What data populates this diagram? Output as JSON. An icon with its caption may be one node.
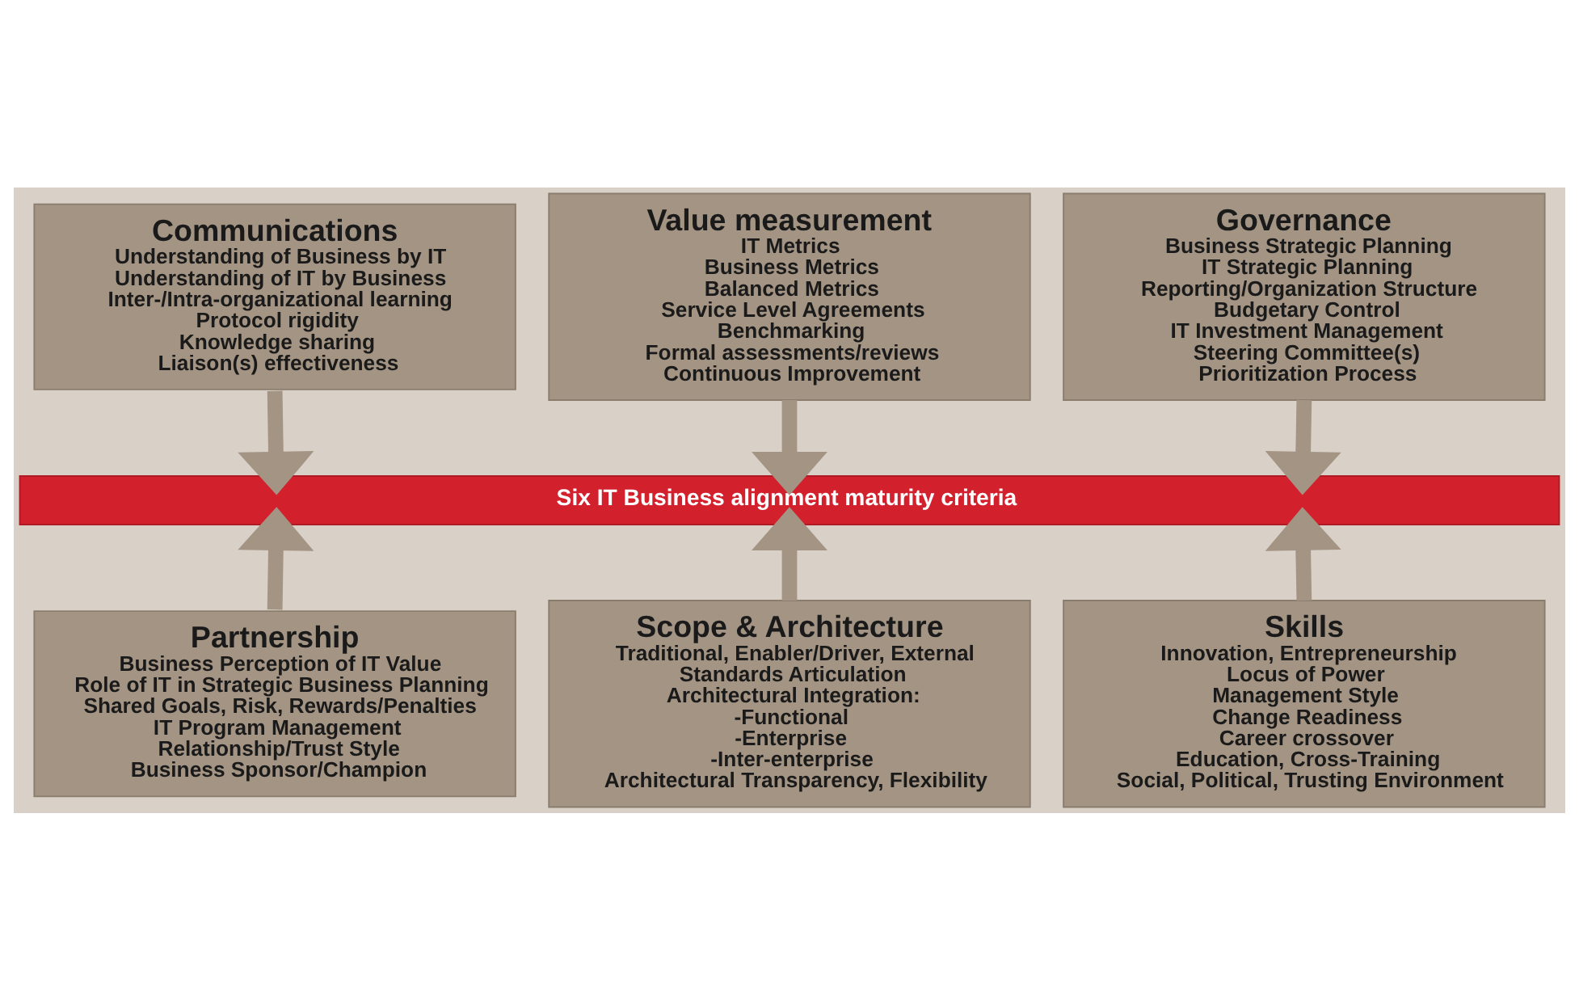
{
  "diagram": {
    "nodes": [
      {
        "text": [
          "Communications",
          "Understanding of Business by IT",
          "Understanding of IT by Business",
          "Inter-/Intra-organizational learning",
          "Protocol rigidity",
          "Knowledge sharing",
          "Liaison(s) effectiveness"
        ]
      },
      {
        "text": [
          "Value measurement",
          "IT Metrics",
          "Business Metrics",
          "Balanced Metrics",
          "Service Level Agreements",
          "Benchmarking",
          "Formal assessments/reviews",
          "Continuous Improvement"
        ]
      },
      {
        "text": [
          "Governance",
          "Business Strategic Planning",
          "IT Strategic Planning",
          "Reporting/Organization Structure",
          "Budgetary Control",
          "IT Investment Management",
          "Steering Committee(s)",
          "Prioritization Process"
        ]
      },
      {
        "text": [
          "Six IT Business alignment maturity criteria"
        ]
      },
      {
        "text": [
          "Partnership",
          "Business Perception of IT Value",
          "Role of IT in Strategic Business Planning",
          "Shared Goals, Risk, Rewards/Penalties",
          "IT Program Management",
          "Relationship/Trust Style",
          "Business Sponsor/Champion"
        ]
      },
      {
        "text": [
          "Scope & Architecture",
          "Traditional, Enabler/Driver, External",
          "Standards Articulation",
          "Architectural Integration:",
          "-Functional",
          "-Enterprise",
          "-Inter-enterprise",
          "Architectural Transparency, Flexibility"
        ]
      },
      {
        "text": [
          "Skills",
          "Innovation, Entrepreneurship",
          "Locus of Power",
          "Management Style",
          "Change Readiness",
          "Career crossover",
          "Education, Cross-Training",
          "Social, Political, Trusting Environment"
        ]
      }
    ],
    "edges": [
      {
        "from": 0,
        "to": 3,
        "arrow": "to"
      },
      {
        "from": 1,
        "to": 3,
        "arrow": "to"
      },
      {
        "from": 2,
        "to": 3,
        "arrow": "to"
      },
      {
        "from": 4,
        "to": 3,
        "arrow": "to"
      },
      {
        "from": 5,
        "to": 3,
        "arrow": "to"
      },
      {
        "from": 6,
        "to": 3,
        "arrow": "to"
      }
    ]
  }
}
